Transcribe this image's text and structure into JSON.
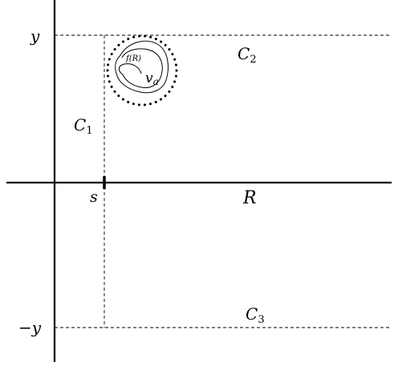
{
  "labels": {
    "y_top": "y",
    "y_bottom": "−y",
    "s": "s",
    "R": "R",
    "C1": {
      "main": "C",
      "sub": "1"
    },
    "C2": {
      "main": "C",
      "sub": "2"
    },
    "C3": {
      "main": "C",
      "sub": "3"
    },
    "f_R": "f(R)",
    "v_a": {
      "main": "v",
      "sub": "a"
    }
  },
  "colors": {
    "stroke": "#000000",
    "background": "#ffffff"
  }
}
